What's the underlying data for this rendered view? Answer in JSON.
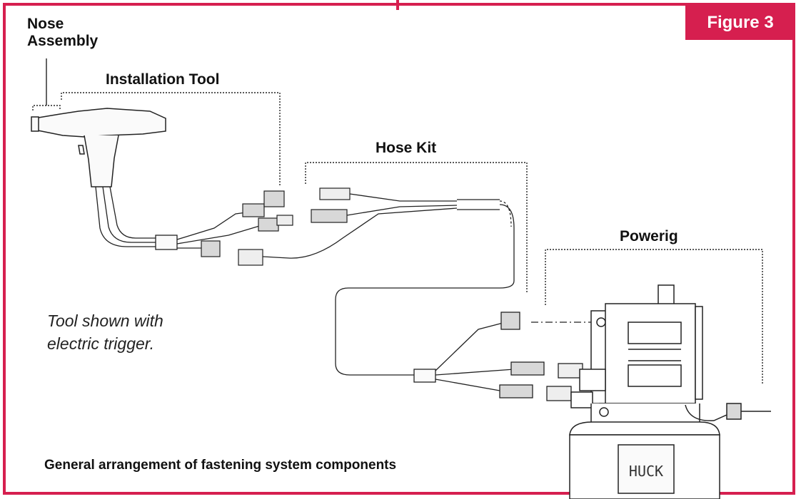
{
  "figure": {
    "badge": "Figure 3",
    "accent_color": "#d61f4f",
    "labels": {
      "nose_line1": "Nose",
      "nose_line2": "Assembly",
      "installation_tool": "Installation Tool",
      "hose_kit": "Hose Kit",
      "powerig": "Powerig"
    },
    "note_line1": "Tool shown with",
    "note_line2": "electric trigger.",
    "caption": "General arrangement of fastening system components",
    "unit_brand": "HUCK"
  }
}
